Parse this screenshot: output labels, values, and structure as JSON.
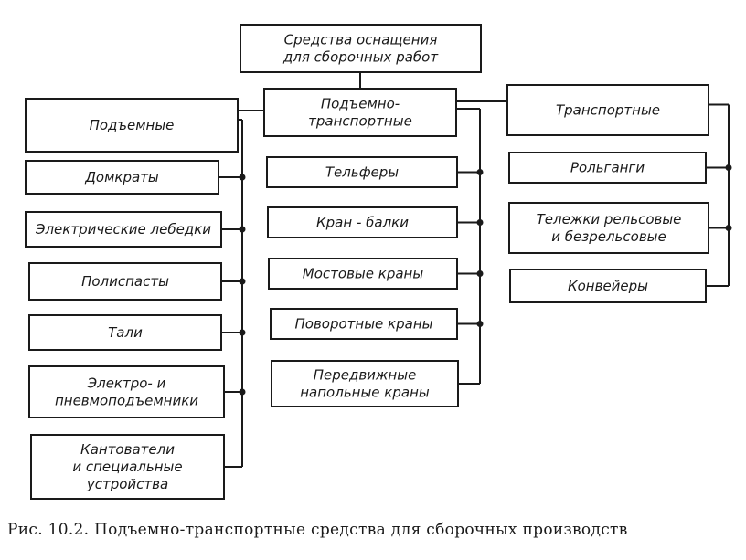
{
  "diagram": {
    "root": [
      "Средства оснащения",
      "для сборочных работ"
    ],
    "left": {
      "head": [
        "Подъемные"
      ],
      "items": [
        [
          "Домкраты"
        ],
        [
          "Электрические лебедки"
        ],
        [
          "Полиспасты"
        ],
        [
          "Тали"
        ],
        [
          "Электро- и",
          "пневмоподъемники"
        ],
        [
          "Кантователи",
          "и специальные",
          "устройства"
        ]
      ]
    },
    "center": {
      "head": [
        "Подъемно-",
        "транспортные"
      ],
      "items": [
        [
          "Тельферы"
        ],
        [
          "Кран - балки"
        ],
        [
          "Мостовые краны"
        ],
        [
          "Поворотные краны"
        ],
        [
          "Передвижные",
          "напольные краны"
        ]
      ]
    },
    "right": {
      "head": [
        "Транспортные"
      ],
      "items": [
        [
          "Рольганги"
        ],
        [
          "Тележки рельсовые",
          "и безрельсовые"
        ],
        [
          "Конвейеры"
        ]
      ]
    }
  },
  "caption": "Рис. 10.2. Подъемно-транспортные средства для сборочных производств"
}
